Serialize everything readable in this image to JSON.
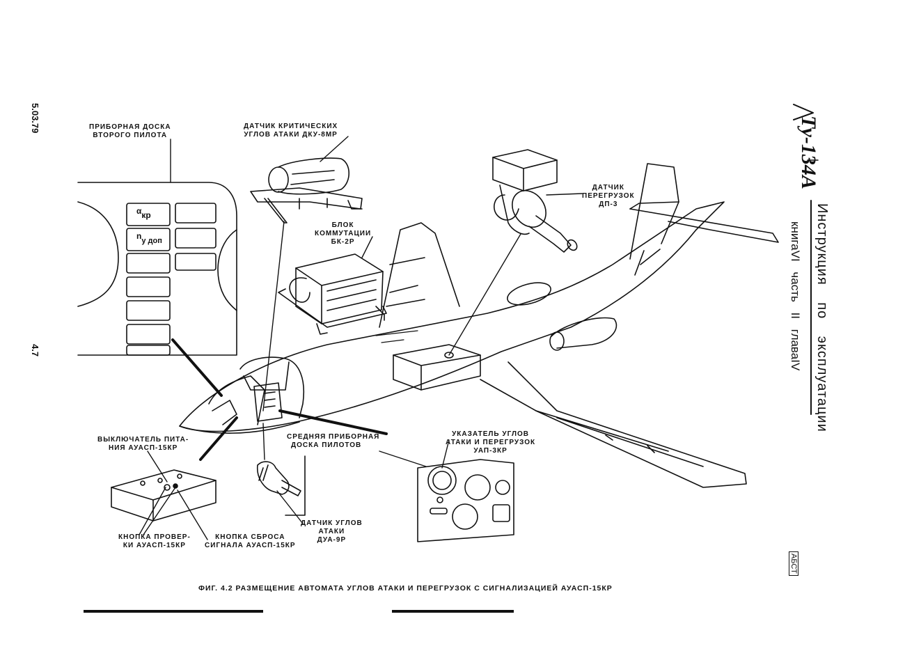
{
  "header": {
    "model": "Ту-134А",
    "title": "Инструкция по эксплуатации",
    "subtitle": "книгаVI часть II главаIV",
    "date_code": "5.03.79",
    "page_number": "4.7",
    "stamp": "АБСТ"
  },
  "labels": {
    "second_pilot_panel": [
      "ПРИБОРНАЯ ДОСКА",
      "ВТОРОГО ПИЛОТА"
    ],
    "dku_sensor": [
      "ДАТЧИК КРИТИЧЕСКИХ",
      "УГЛОВ АТАКИ ДКУ-8МР"
    ],
    "bk_unit": [
      "БЛОК",
      "КОММУТАЦИИ",
      "БК-2Р"
    ],
    "dp_sensor": [
      "ДАТЧИК",
      "ПЕРЕГРУЗОК",
      "ДП-3"
    ],
    "power_switch": [
      "ВЫКЛЮЧАТЕЛЬ ПИТА-",
      "НИЯ АУАСП-15КР"
    ],
    "middle_panel": [
      "СРЕДНЯЯ ПРИБОРНАЯ",
      "ДОСКА ПИЛОТОВ"
    ],
    "uap_indicator": [
      "УКАЗАТЕЛЬ УГЛОВ",
      "АТАКИ И ПЕРЕГРУЗОК",
      "УАП-3КР"
    ],
    "dua_sensor": [
      "ДАТЧИК УГЛОВ",
      "АТАКИ",
      "ДУА-9Р"
    ],
    "test_button": [
      "КНОПКА ПРОВЕР-",
      "КИ АУАСП-15КР"
    ],
    "reset_button": [
      "КНОПКА СБРОСА",
      "СИГНАЛА АУАСП-15КР"
    ]
  },
  "panel_indicators": {
    "alpha": "α",
    "alpha_sub": "кр",
    "ny": "n",
    "ny_sub": "у доп"
  },
  "caption": "ФИГ. 4.2  РАЗМЕЩЕНИЕ АВТОМАТА УГЛОВ АТАКИ И ПЕРЕГРУЗОК С СИГНАЛИЗАЦИЕЙ АУАСП-15КР"
}
